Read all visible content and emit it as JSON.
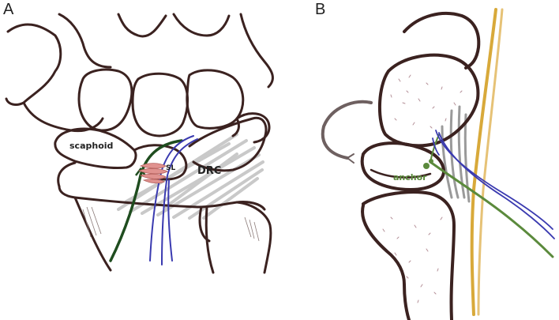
{
  "panels": [
    {
      "label": "A"
    },
    {
      "label": "B"
    }
  ],
  "annotations": {
    "scaphoid": "scaphoid",
    "sl": "SL",
    "drc": "DRC",
    "anchor": "anchor"
  },
  "colors": {
    "bone_outline": "#3b2220",
    "ligament": "#c9c9c9",
    "sl_ligament": "#e0928f",
    "green_suture": "#1f4d1f",
    "anchor_green": "#5b8a3c",
    "blue_suture": "#3a3ab0",
    "tendon_gold": "#d8a93a",
    "stipple": "#b48f97"
  }
}
